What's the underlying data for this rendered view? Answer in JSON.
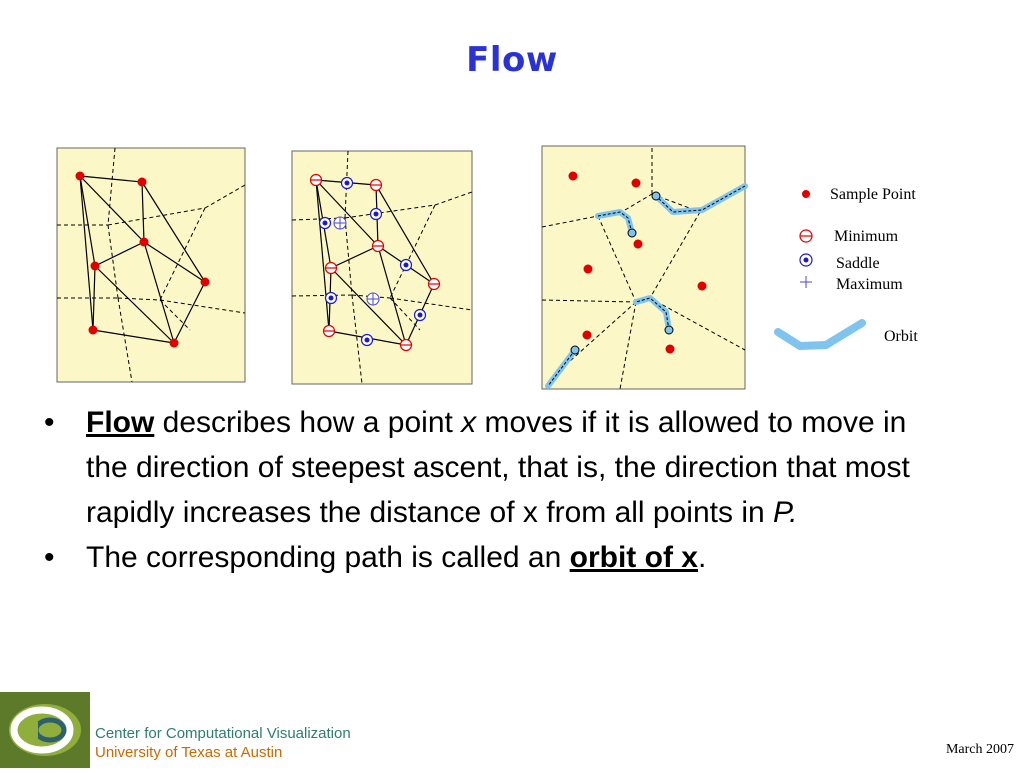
{
  "slide": {
    "title": "Flow"
  },
  "legend": {
    "sample_point": "Sample Point",
    "minimum": "Minimum",
    "saddle": "Saddle",
    "maximum": "Maximum",
    "orbit": "Orbit"
  },
  "colors": {
    "title": "#2a32d6",
    "panel_bg": "#fbf7c6",
    "sample_point": "#e00000",
    "saddle": "#1a1acc",
    "orbit": "#7ec4ee"
  },
  "bullets": [
    {
      "term": "Flow",
      "text_a": " describes how a point ",
      "var": "x",
      "text_b": " moves if it is allowed to move in the direction of steepest ascent, that is, the direction that most rapidly increases the distance of x from all points in ",
      "set": "P."
    },
    {
      "text": "The corresponding path is called an ",
      "term": "orbit of x",
      "end": "."
    }
  ],
  "footer": {
    "org_line1": "Center for Computational Visualization",
    "org_line2": "University of Texas at Austin",
    "date": "March 2007"
  }
}
